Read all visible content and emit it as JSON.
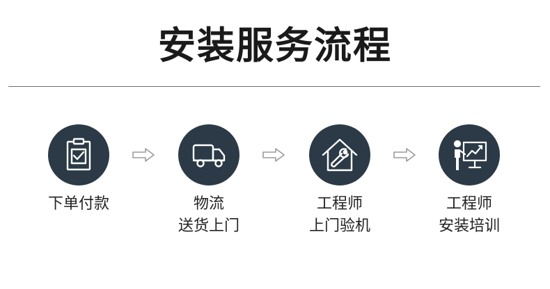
{
  "title": "安装服务流程",
  "colors": {
    "circle": "#2b3a46",
    "icon": "#ffffff",
    "arrow": "#9a9a9a",
    "divider": "#6e6e6e"
  },
  "steps": [
    {
      "icon": "clipboard-check-icon",
      "lines": [
        "下单付款"
      ]
    },
    {
      "icon": "truck-icon",
      "lines": [
        "物流",
        "送货上门"
      ]
    },
    {
      "icon": "house-wrench-icon",
      "lines": [
        "工程师",
        "上门验机"
      ]
    },
    {
      "icon": "presentation-board-icon",
      "lines": [
        "工程师",
        "安装培训"
      ]
    }
  ]
}
